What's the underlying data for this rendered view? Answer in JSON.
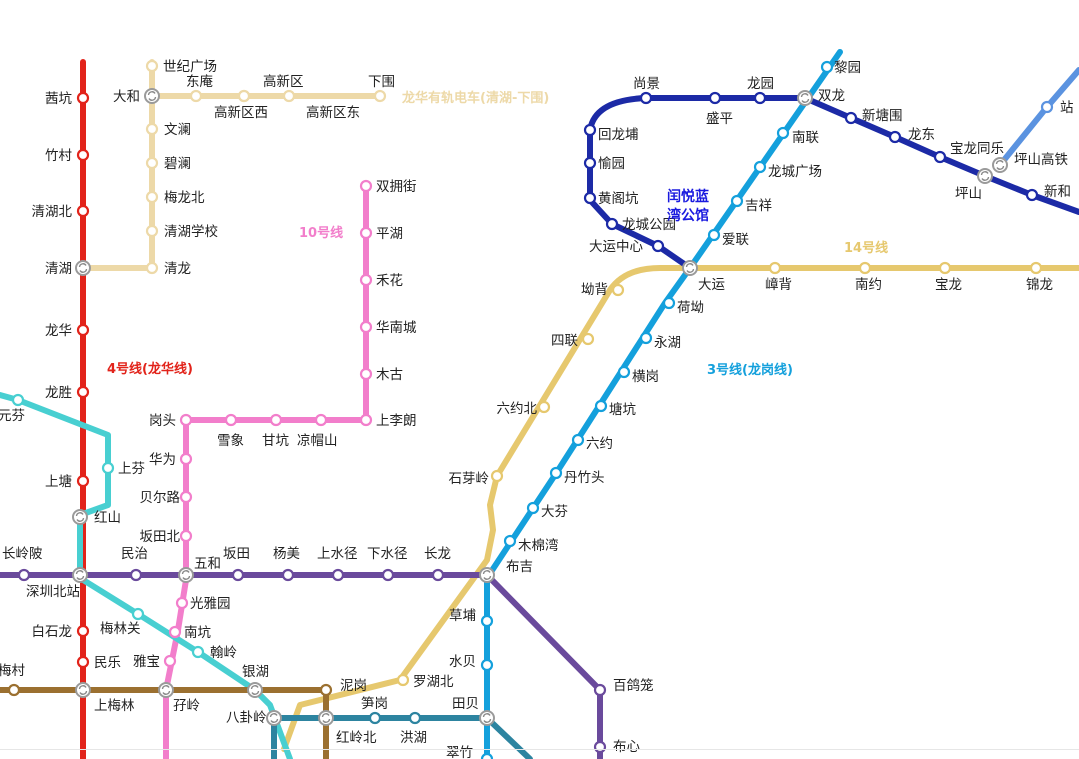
{
  "map": {
    "lines": [
      {
        "id": "line4",
        "label": "4号线(龙华线)",
        "color": "#e2231a"
      },
      {
        "id": "line10",
        "label": "10号线",
        "color": "#f27ecb"
      },
      {
        "id": "line14",
        "label": "14号线",
        "color": "#e6c86e"
      },
      {
        "id": "line3",
        "label": "3号线(龙岗线)",
        "color": "#14a0dc"
      },
      {
        "id": "line16",
        "label": "",
        "color": "#1c2aa6"
      },
      {
        "id": "line6",
        "label": "",
        "color": "#48cfd1"
      },
      {
        "id": "line5",
        "label": "",
        "color": "#6a4a9c"
      },
      {
        "id": "tram",
        "label": "龙华有轨电车(清湖-下围)",
        "color": "#edd9a8"
      },
      {
        "id": "line_brown",
        "label": "",
        "color": "#9b7030"
      },
      {
        "id": "line_teal",
        "label": "",
        "color": "#2d84a0"
      },
      {
        "id": "line_lightblue",
        "label": "",
        "color": "#5b93e0"
      }
    ],
    "poi": {
      "line1": "闰悦蓝",
      "line2": "湾公馆"
    },
    "stations": [
      {
        "name": "茜坑",
        "type": "normal"
      },
      {
        "name": "竹村",
        "type": "normal"
      },
      {
        "name": "清湖北",
        "type": "normal"
      },
      {
        "name": "清湖",
        "type": "transfer"
      },
      {
        "name": "龙华",
        "type": "normal"
      },
      {
        "name": "龙胜",
        "type": "normal"
      },
      {
        "name": "上塘",
        "type": "normal"
      },
      {
        "name": "红山",
        "type": "transfer"
      },
      {
        "name": "深圳北站",
        "type": "transfer"
      },
      {
        "name": "白石龙",
        "type": "normal"
      },
      {
        "name": "民乐",
        "type": "normal"
      },
      {
        "name": "上梅林",
        "type": "transfer"
      },
      {
        "name": "世纪广场",
        "type": "normal"
      },
      {
        "name": "大和",
        "type": "transfer"
      },
      {
        "name": "东庵",
        "type": "normal"
      },
      {
        "name": "高新区",
        "type": "normal"
      },
      {
        "name": "下围",
        "type": "normal"
      },
      {
        "name": "高新区西",
        "type": "normal"
      },
      {
        "name": "高新区东",
        "type": "normal"
      },
      {
        "name": "文澜",
        "type": "normal"
      },
      {
        "name": "碧澜",
        "type": "normal"
      },
      {
        "name": "梅龙北",
        "type": "normal"
      },
      {
        "name": "清湖学校",
        "type": "normal"
      },
      {
        "name": "清龙",
        "type": "normal"
      },
      {
        "name": "双拥街",
        "type": "normal"
      },
      {
        "name": "平湖",
        "type": "normal"
      },
      {
        "name": "禾花",
        "type": "normal"
      },
      {
        "name": "华南城",
        "type": "normal"
      },
      {
        "name": "木古",
        "type": "normal"
      },
      {
        "name": "上李朗",
        "type": "normal"
      },
      {
        "name": "岗头",
        "type": "normal"
      },
      {
        "name": "雪象",
        "type": "normal"
      },
      {
        "name": "甘坑",
        "type": "normal"
      },
      {
        "name": "凉帽山",
        "type": "normal"
      },
      {
        "name": "华为",
        "type": "normal"
      },
      {
        "name": "贝尔路",
        "type": "normal"
      },
      {
        "name": "坂田北",
        "type": "normal"
      },
      {
        "name": "五和",
        "type": "transfer"
      },
      {
        "name": "光雅园",
        "type": "normal"
      },
      {
        "name": "南坑",
        "type": "normal"
      },
      {
        "name": "雅宝",
        "type": "normal"
      },
      {
        "name": "孖岭",
        "type": "transfer"
      },
      {
        "name": "长岭陂",
        "type": "normal"
      },
      {
        "name": "民治",
        "type": "normal"
      },
      {
        "name": "坂田",
        "type": "normal"
      },
      {
        "name": "杨美",
        "type": "normal"
      },
      {
        "name": "上水径",
        "type": "normal"
      },
      {
        "name": "下水径",
        "type": "normal"
      },
      {
        "name": "长龙",
        "type": "normal"
      },
      {
        "name": "布吉",
        "type": "transfer"
      },
      {
        "name": "上芬",
        "type": "normal"
      },
      {
        "name": "元芬",
        "type": "normal"
      },
      {
        "name": "梅林关",
        "type": "normal"
      },
      {
        "name": "翰岭",
        "type": "normal"
      },
      {
        "name": "银湖",
        "type": "transfer"
      },
      {
        "name": "梅村",
        "type": "normal"
      },
      {
        "name": "泥岗",
        "type": "normal"
      },
      {
        "name": "八卦岭",
        "type": "transfer"
      },
      {
        "name": "红岭北",
        "type": "transfer"
      },
      {
        "name": "笋岗",
        "type": "normal"
      },
      {
        "name": "洪湖",
        "type": "normal"
      },
      {
        "name": "田贝",
        "type": "transfer"
      },
      {
        "name": "翠竹",
        "type": "normal"
      },
      {
        "name": "罗湖北",
        "type": "normal"
      },
      {
        "name": "草埔",
        "type": "normal"
      },
      {
        "name": "水贝",
        "type": "normal"
      },
      {
        "name": "百鸽笼",
        "type": "normal"
      },
      {
        "name": "布心",
        "type": "normal"
      },
      {
        "name": "尚景",
        "type": "normal"
      },
      {
        "name": "龙园",
        "type": "normal"
      },
      {
        "name": "双龙",
        "type": "transfer"
      },
      {
        "name": "盛平",
        "type": "normal"
      },
      {
        "name": "回龙埔",
        "type": "normal"
      },
      {
        "name": "愉园",
        "type": "normal"
      },
      {
        "name": "黄阁坑",
        "type": "normal"
      },
      {
        "name": "龙城公园",
        "type": "normal"
      },
      {
        "name": "大运中心",
        "type": "normal"
      },
      {
        "name": "大运",
        "type": "transfer"
      },
      {
        "name": "新塘围",
        "type": "normal"
      },
      {
        "name": "龙东",
        "type": "normal"
      },
      {
        "name": "宝龙同乐",
        "type": "normal"
      },
      {
        "name": "坪山",
        "type": "transfer"
      },
      {
        "name": "坪山高铁",
        "type": "transfer"
      },
      {
        "name": "新和",
        "type": "normal"
      },
      {
        "name": "站",
        "type": "normal"
      },
      {
        "name": "南联",
        "type": "normal"
      },
      {
        "name": "龙城广场",
        "type": "normal"
      },
      {
        "name": "吉祥",
        "type": "normal"
      },
      {
        "name": "爱联",
        "type": "normal"
      },
      {
        "name": "荷坳",
        "type": "normal"
      },
      {
        "name": "永湖",
        "type": "normal"
      },
      {
        "name": "横岗",
        "type": "normal"
      },
      {
        "name": "塘坑",
        "type": "normal"
      },
      {
        "name": "六约",
        "type": "normal"
      },
      {
        "name": "丹竹头",
        "type": "normal"
      },
      {
        "name": "大芬",
        "type": "normal"
      },
      {
        "name": "木棉湾",
        "type": "normal"
      },
      {
        "name": "坳背",
        "type": "normal"
      },
      {
        "name": "四联",
        "type": "normal"
      },
      {
        "name": "六约北",
        "type": "normal"
      },
      {
        "name": "石芽岭",
        "type": "normal"
      },
      {
        "name": "嶂背",
        "type": "normal"
      },
      {
        "name": "南约",
        "type": "normal"
      },
      {
        "name": "宝龙",
        "type": "normal"
      },
      {
        "name": "锦龙",
        "type": "normal"
      },
      {
        "name": "黎园",
        "type": "normal"
      }
    ]
  }
}
